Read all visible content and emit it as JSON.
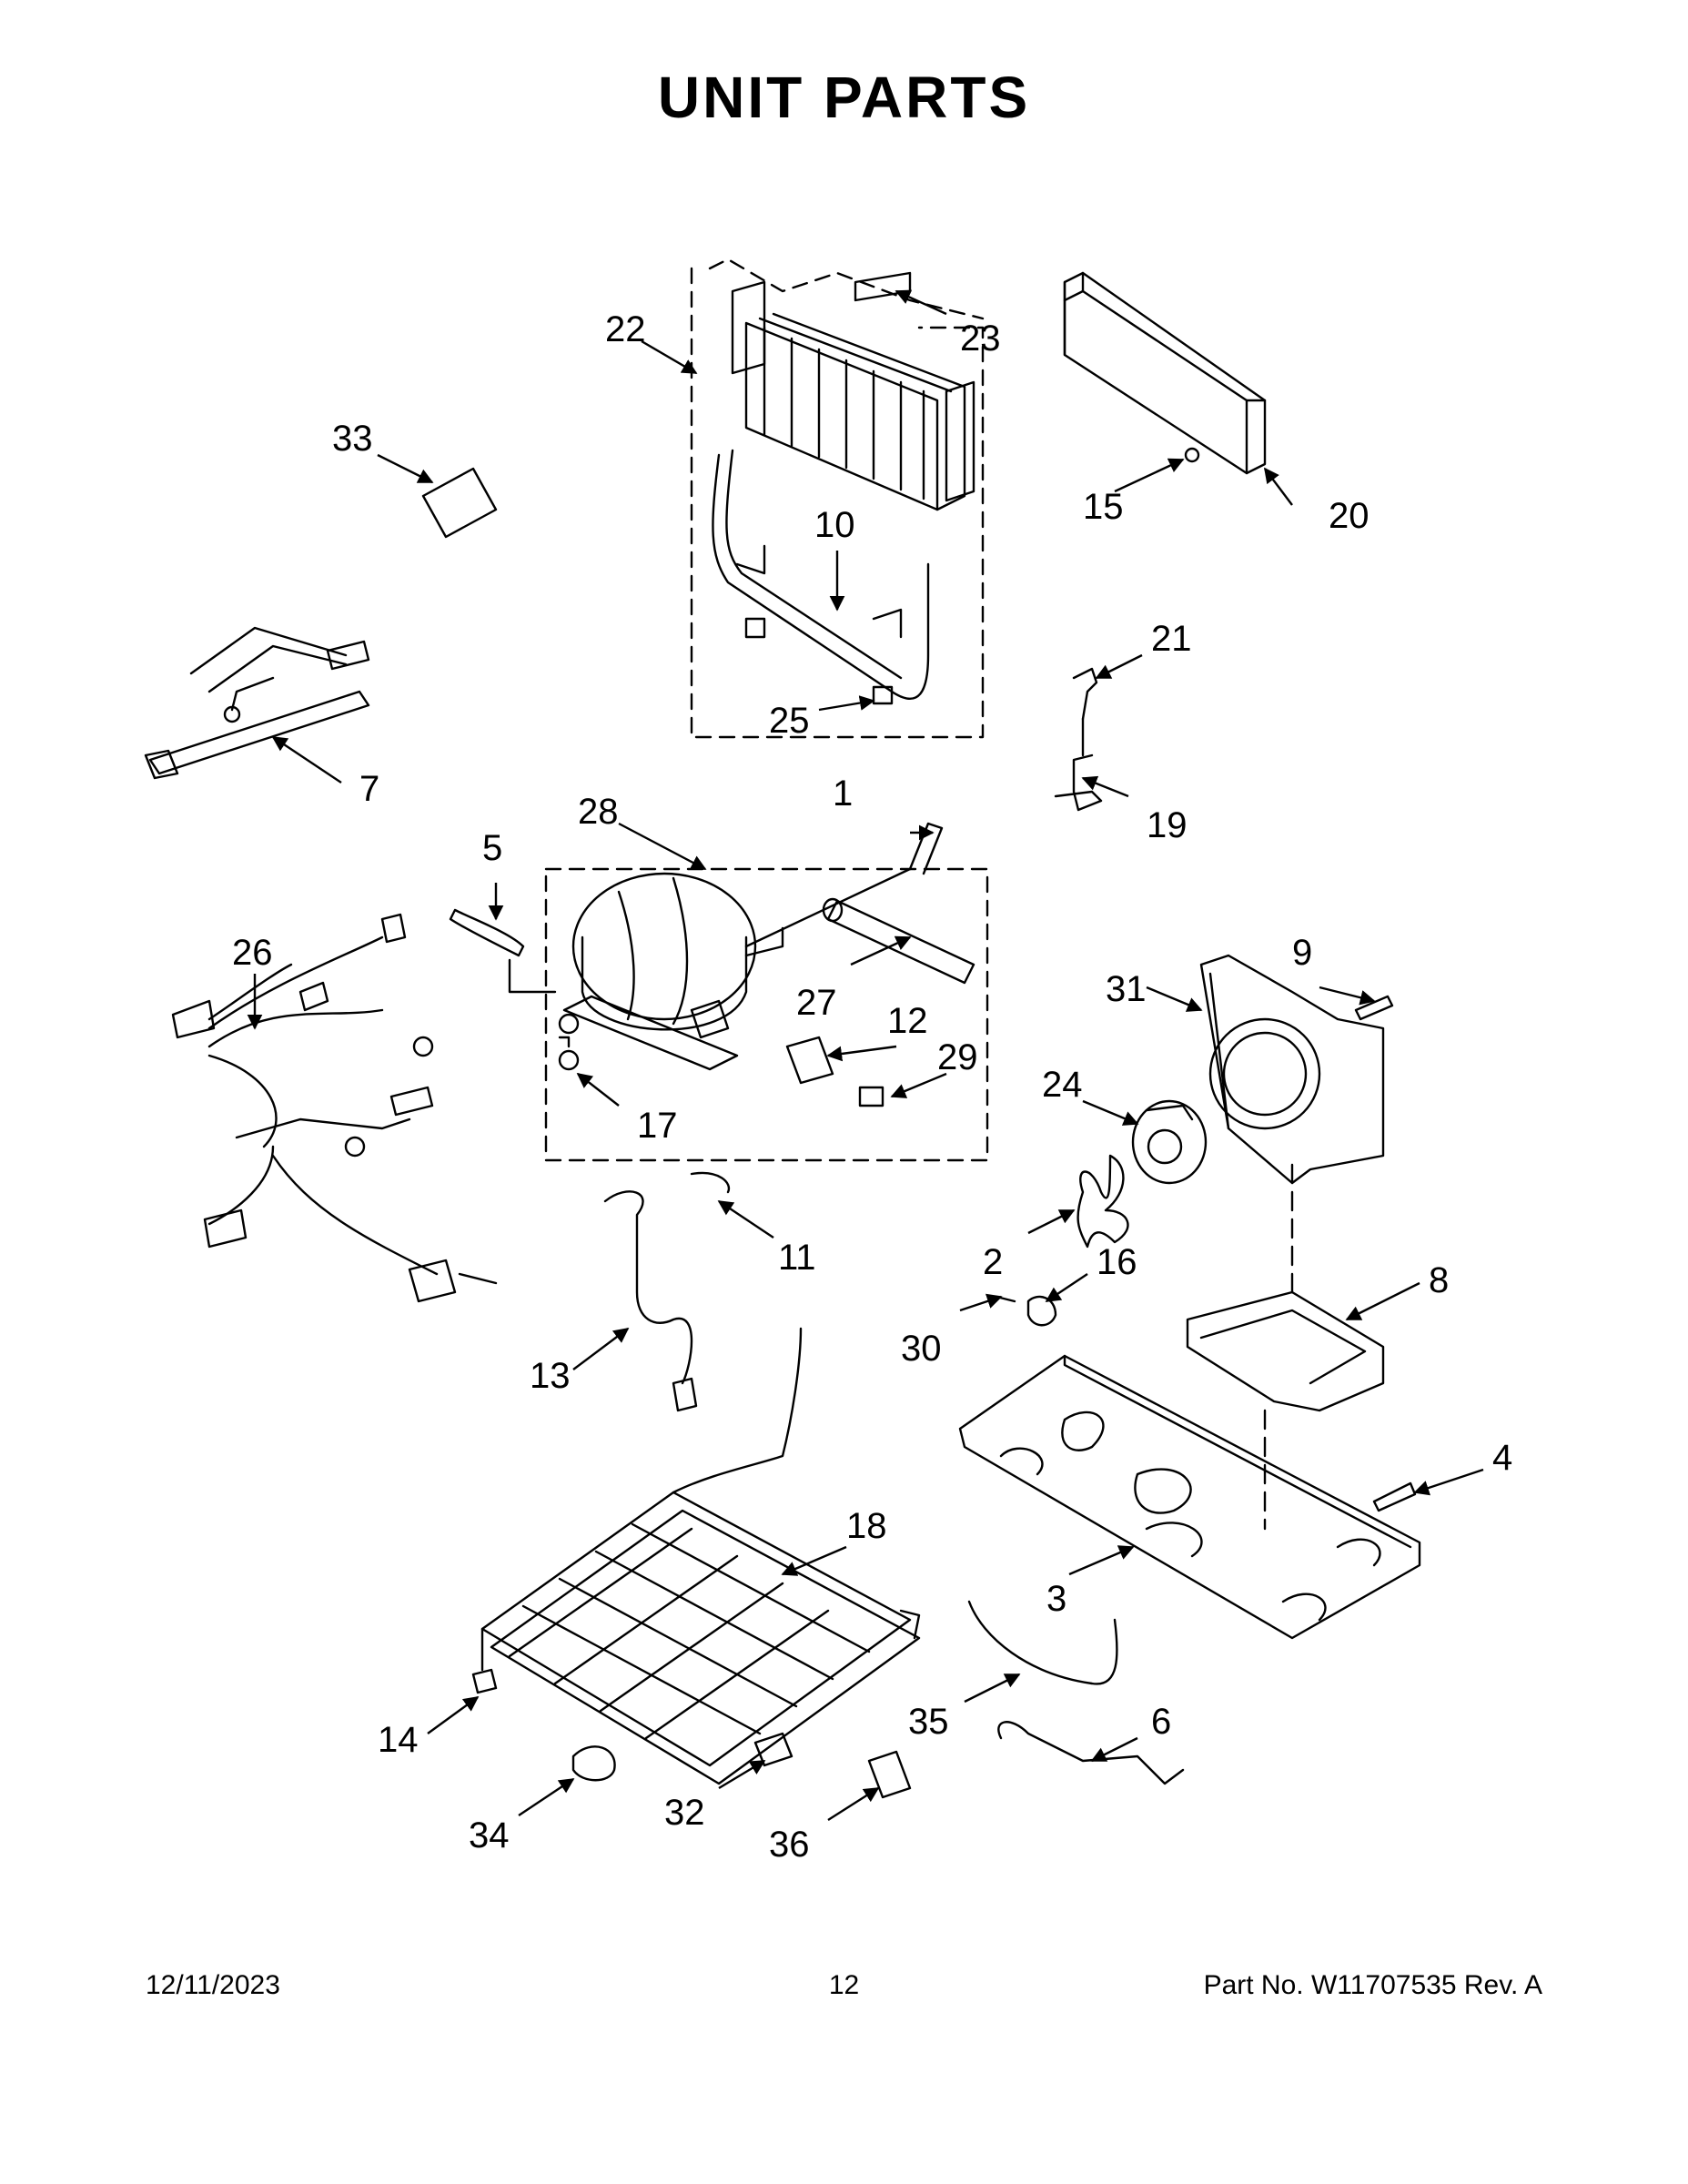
{
  "page": {
    "title": "UNIT PARTS",
    "footer": {
      "date": "12/11/2023",
      "page_number": "12",
      "part_no": "Part No. W11707535 Rev. A"
    }
  },
  "callouts": [
    "1",
    "2",
    "3",
    "4",
    "5",
    "6",
    "7",
    "8",
    "9",
    "10",
    "11",
    "12",
    "13",
    "14",
    "15",
    "16",
    "17",
    "18",
    "19",
    "20",
    "21",
    "22",
    "23",
    "24",
    "25",
    "26",
    "27",
    "28",
    "29",
    "30",
    "31",
    "32",
    "33",
    "34",
    "35",
    "36"
  ]
}
